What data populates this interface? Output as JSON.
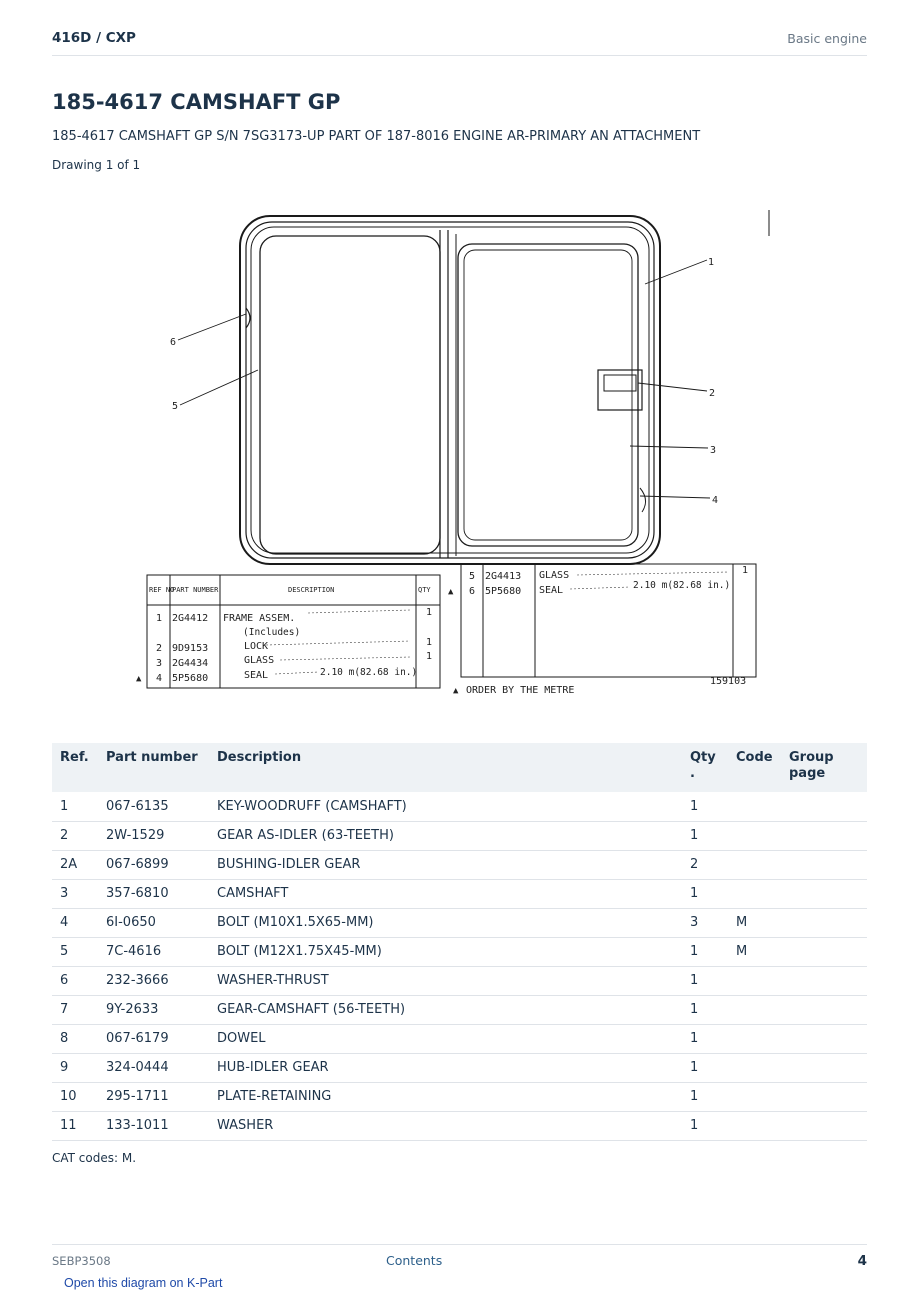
{
  "header": {
    "model": "416D  /  CXP",
    "section": "Basic engine"
  },
  "title": "185-4617 CAMSHAFT GP",
  "subtitle": "185-4617 CAMSHAFT GP S/N 7SG3173-UP PART OF 187-8016 ENGINE AR-PRIMARY AN ATTACHMENT",
  "drawing_count": "Drawing 1 of 1",
  "diagram": {
    "callouts": [
      "1",
      "2",
      "3",
      "4",
      "5",
      "6"
    ],
    "table_left": {
      "headers": [
        "REF NO",
        "PART NUMBER",
        "DESCRIPTION",
        "QTY"
      ],
      "rows": [
        {
          "ref": "1",
          "pn": "2G4412",
          "desc": "FRAME ASSEM.",
          "qty": "1"
        },
        {
          "ref": "",
          "pn": "",
          "desc": "(Includes)",
          "qty": ""
        },
        {
          "ref": "2",
          "pn": "9D9153",
          "desc": "LOCK",
          "qty": "1"
        },
        {
          "ref": "3",
          "pn": "2G4434",
          "desc": "GLASS",
          "qty": "1"
        },
        {
          "ref": "4",
          "pn": "5P5680",
          "desc": "SEAL",
          "qty": "2.10 m(82.68 in.)"
        }
      ]
    },
    "table_right": {
      "rows": [
        {
          "ref": "5",
          "pn": "2G4413",
          "desc": "GLASS",
          "qty": "1"
        },
        {
          "ref": "6",
          "pn": "5P5680",
          "desc": "SEAL",
          "qty": "2.10 m(82.68 in.)"
        }
      ]
    },
    "note": "ORDER BY THE METRE",
    "drawing_number": "159103"
  },
  "parts_table": {
    "headers": {
      "ref": "Ref.",
      "part": "Part number",
      "desc": "Description",
      "qty": "Qty .",
      "code": "Code",
      "group": "Group page"
    },
    "rows": [
      {
        "ref": "1",
        "part": "067-6135",
        "desc": "KEY-WOODRUFF (CAMSHAFT)",
        "qty": "1",
        "code": "",
        "group": ""
      },
      {
        "ref": "2",
        "part": "2W-1529",
        "desc": "GEAR AS-IDLER (63-TEETH)",
        "qty": "1",
        "code": "",
        "group": ""
      },
      {
        "ref": "2A",
        "part": "067-6899",
        "desc": "BUSHING-IDLER GEAR",
        "qty": "2",
        "code": "",
        "group": ""
      },
      {
        "ref": "3",
        "part": "357-6810",
        "desc": "CAMSHAFT",
        "qty": "1",
        "code": "",
        "group": ""
      },
      {
        "ref": "4",
        "part": "6I-0650",
        "desc": "BOLT (M10X1.5X65-MM)",
        "qty": "3",
        "code": "M",
        "group": ""
      },
      {
        "ref": "5",
        "part": "7C-4616",
        "desc": "BOLT (M12X1.75X45-MM)",
        "qty": "1",
        "code": "M",
        "group": ""
      },
      {
        "ref": "6",
        "part": "232-3666",
        "desc": "WASHER-THRUST",
        "qty": "1",
        "code": "",
        "group": ""
      },
      {
        "ref": "7",
        "part": "9Y-2633",
        "desc": "GEAR-CAMSHAFT (56-TEETH)",
        "qty": "1",
        "code": "",
        "group": ""
      },
      {
        "ref": "8",
        "part": "067-6179",
        "desc": "DOWEL",
        "qty": "1",
        "code": "",
        "group": ""
      },
      {
        "ref": "9",
        "part": "324-0444",
        "desc": "HUB-IDLER GEAR",
        "qty": "1",
        "code": "",
        "group": ""
      },
      {
        "ref": "10",
        "part": "295-1711",
        "desc": "PLATE-RETAINING",
        "qty": "1",
        "code": "",
        "group": ""
      },
      {
        "ref": "11",
        "part": "133-1011",
        "desc": "WASHER",
        "qty": "1",
        "code": "",
        "group": ""
      }
    ]
  },
  "cat_codes": "CAT codes: M.",
  "footer": {
    "doc_id": "SEBP3508",
    "contents": "Contents",
    "page": "4"
  },
  "kpart_link": "Open this diagram on K-Part"
}
